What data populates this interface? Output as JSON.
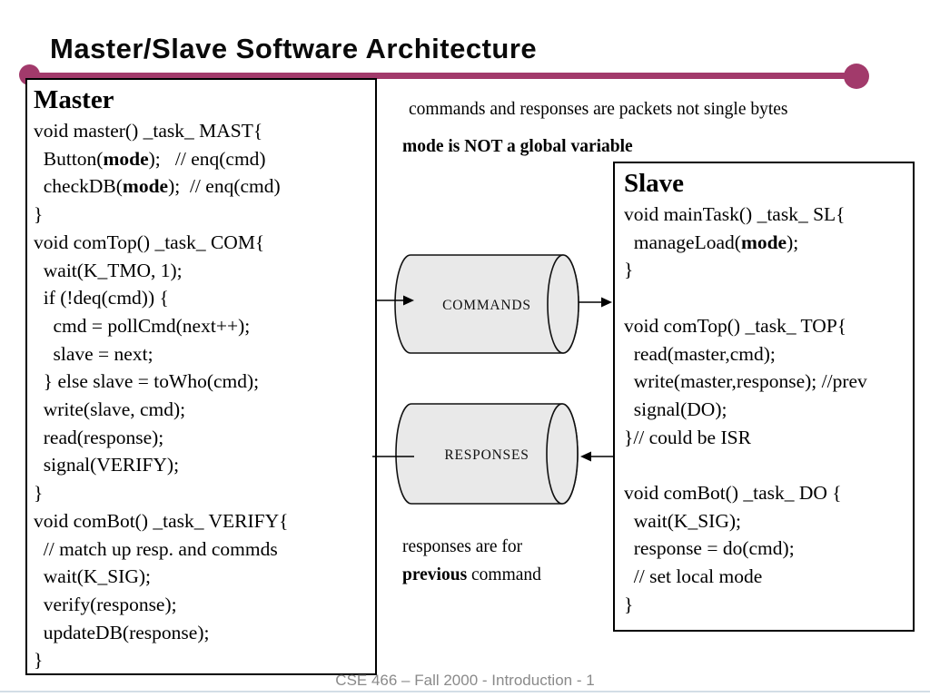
{
  "slide": {
    "title": "Master/Slave Software Architecture",
    "footer": "CSE 466 – Fall 2000 - Introduction - 1",
    "accent_color": "#a23a6b",
    "cylinder_fill": "#e9e9e9"
  },
  "annotations": {
    "packets": "commands and responses are packets not single bytes",
    "mode_note": "mode is NOT a global variable",
    "responses_lines": [
      [
        {
          "t": "responses are for",
          "b": false
        }
      ],
      [
        {
          "t": "previous",
          "b": true
        },
        {
          "t": " command",
          "b": false
        }
      ]
    ]
  },
  "queues": {
    "commands_label": "COMMANDS",
    "responses_label": "RESPONSES"
  },
  "master": {
    "heading": "Master",
    "code": [
      [
        {
          "t": "void master() _task_ MAST{",
          "b": false
        }
      ],
      [
        {
          "t": "  Button(",
          "b": false
        },
        {
          "t": "mode",
          "b": true
        },
        {
          "t": ");   // enq(cmd)",
          "b": false
        }
      ],
      [
        {
          "t": "  checkDB(",
          "b": false
        },
        {
          "t": "mode",
          "b": true
        },
        {
          "t": ");  // enq(cmd)",
          "b": false
        }
      ],
      [
        {
          "t": "}",
          "b": false
        }
      ],
      [
        {
          "t": "void comTop() _task_ COM{",
          "b": false
        }
      ],
      [
        {
          "t": "  wait(K_TMO, 1);",
          "b": false
        }
      ],
      [
        {
          "t": "  if (!deq(cmd)) {",
          "b": false
        }
      ],
      [
        {
          "t": "    cmd = pollCmd(next++);",
          "b": false
        }
      ],
      [
        {
          "t": "    slave = next;",
          "b": false
        }
      ],
      [
        {
          "t": "  } else slave = toWho(cmd);",
          "b": false
        }
      ],
      [
        {
          "t": "  write(slave, cmd);",
          "b": false
        }
      ],
      [
        {
          "t": "  read(response);",
          "b": false
        }
      ],
      [
        {
          "t": "  signal(VERIFY);",
          "b": false
        }
      ],
      [
        {
          "t": "}",
          "b": false
        }
      ],
      [
        {
          "t": "void comBot() _task_ VERIFY{",
          "b": false
        }
      ],
      [
        {
          "t": "  // match up resp. and commds",
          "b": false
        }
      ],
      [
        {
          "t": "  wait(K_SIG);",
          "b": false
        }
      ],
      [
        {
          "t": "  verify(response);",
          "b": false
        }
      ],
      [
        {
          "t": "  updateDB(response);",
          "b": false
        }
      ],
      [
        {
          "t": "}",
          "b": false
        }
      ]
    ]
  },
  "slave": {
    "heading": "Slave",
    "code": [
      [
        {
          "t": "void mainTask() _task_ SL{",
          "b": false
        }
      ],
      [
        {
          "t": "  manageLoad(",
          "b": false
        },
        {
          "t": "mode",
          "b": true
        },
        {
          "t": ");",
          "b": false
        }
      ],
      [
        {
          "t": "}",
          "b": false
        }
      ],
      [],
      [
        {
          "t": "void comTop() _task_ TOP{",
          "b": false
        }
      ],
      [
        {
          "t": "  read(master,cmd);",
          "b": false
        }
      ],
      [
        {
          "t": "  write(master,response); //prev",
          "b": false
        }
      ],
      [
        {
          "t": "  signal(DO);",
          "b": false
        }
      ],
      [
        {
          "t": "}// could be ISR",
          "b": false
        }
      ],
      [],
      [
        {
          "t": "void comBot() _task_ DO {",
          "b": false
        }
      ],
      [
        {
          "t": "  wait(K_SIG);",
          "b": false
        }
      ],
      [
        {
          "t": "  response = do(cmd);",
          "b": false
        }
      ],
      [
        {
          "t": "  // set local mode",
          "b": false
        }
      ],
      [
        {
          "t": "}",
          "b": false
        }
      ]
    ]
  }
}
